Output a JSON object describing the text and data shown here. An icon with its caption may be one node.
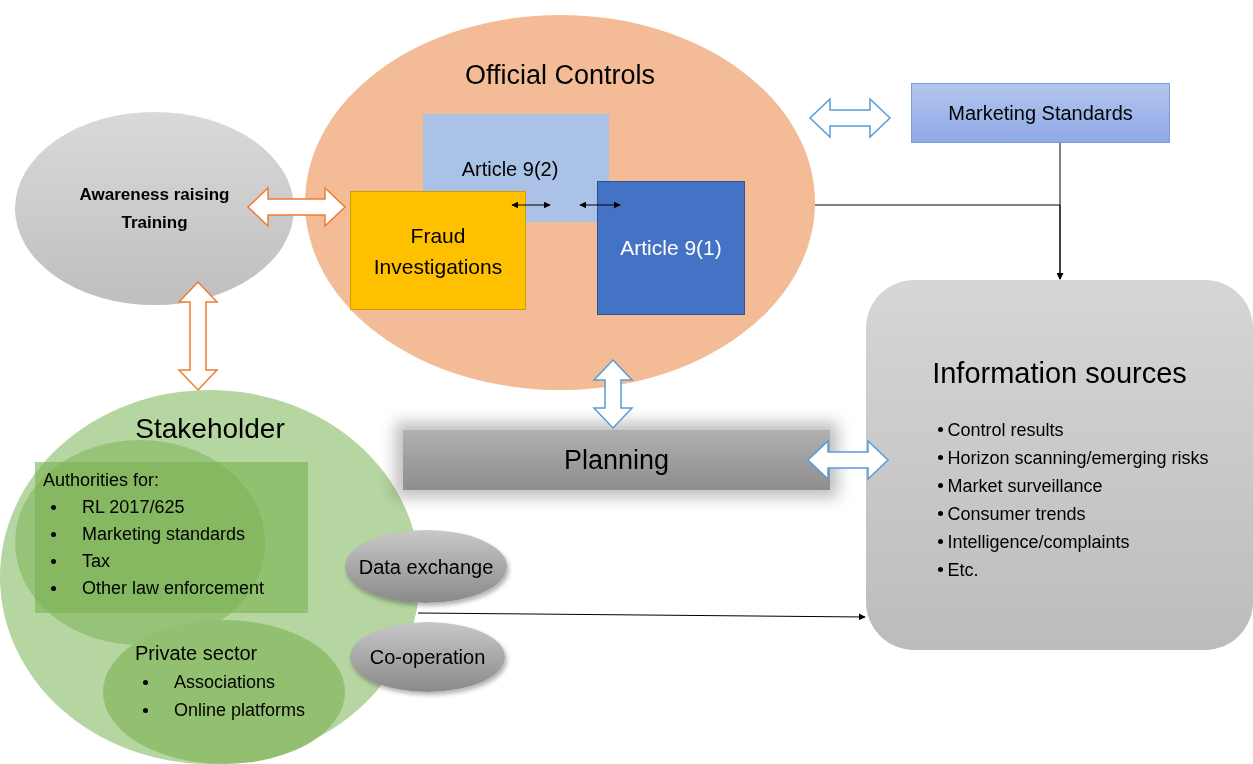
{
  "diagram": {
    "nodes": [
      {
        "text": [
          "Official Controls"
        ]
      },
      {
        "text": [
          "Article 9(2)"
        ],
        "in": 0
      },
      {
        "text": [
          "Fraud Investigations"
        ],
        "in": 0
      },
      {
        "text": [
          "Article 9(1)"
        ],
        "in": 0
      },
      {
        "text": [
          "Awareness raising Training"
        ]
      },
      {
        "text": [
          "Marketing Standards"
        ]
      },
      {
        "text": [
          "Information sources",
          "Control results",
          "Horizon scanning/emerging risks",
          "Market surveillance",
          "Consumer trends",
          "Intelligence/complaints",
          "Etc."
        ]
      },
      {
        "text": [
          "Stakeholder"
        ]
      },
      {
        "text": [
          "Authorities for:",
          "RL 2017/625",
          "Marketing standards",
          "Tax",
          "Other law enforcement"
        ],
        "in": 7
      },
      {
        "text": [
          "Private sector",
          "Associations",
          "Online platforms"
        ],
        "in": 7
      },
      {
        "text": [
          "Data exchange"
        ]
      },
      {
        "text": [
          "Co-operation"
        ]
      },
      {
        "text": [
          "Planning"
        ]
      }
    ],
    "edges": [
      {
        "from": 4,
        "to": 0,
        "arrow": "both",
        "style": "thick",
        "color": "#ed7d31"
      },
      {
        "from": 4,
        "to": 7,
        "arrow": "both",
        "style": "thick",
        "color": "#ed7d31"
      },
      {
        "from": 0,
        "to": 5,
        "arrow": "both",
        "style": "thick",
        "color": "#5b9bd5"
      },
      {
        "from": 2,
        "to": 1,
        "arrow": "both"
      },
      {
        "from": 1,
        "to": 3,
        "arrow": "both"
      },
      {
        "from": 0,
        "to": 6,
        "arrow": "to"
      },
      {
        "from": 5,
        "to": 6,
        "arrow": "to"
      },
      {
        "from": 0,
        "to": 12,
        "arrow": "both",
        "style": "thick",
        "color": "#5b9bd5"
      },
      {
        "from": 12,
        "to": 6,
        "arrow": "both",
        "style": "thick",
        "color": "#5b9bd5"
      },
      {
        "from": 7,
        "to": 6,
        "arrow": "to"
      }
    ]
  }
}
